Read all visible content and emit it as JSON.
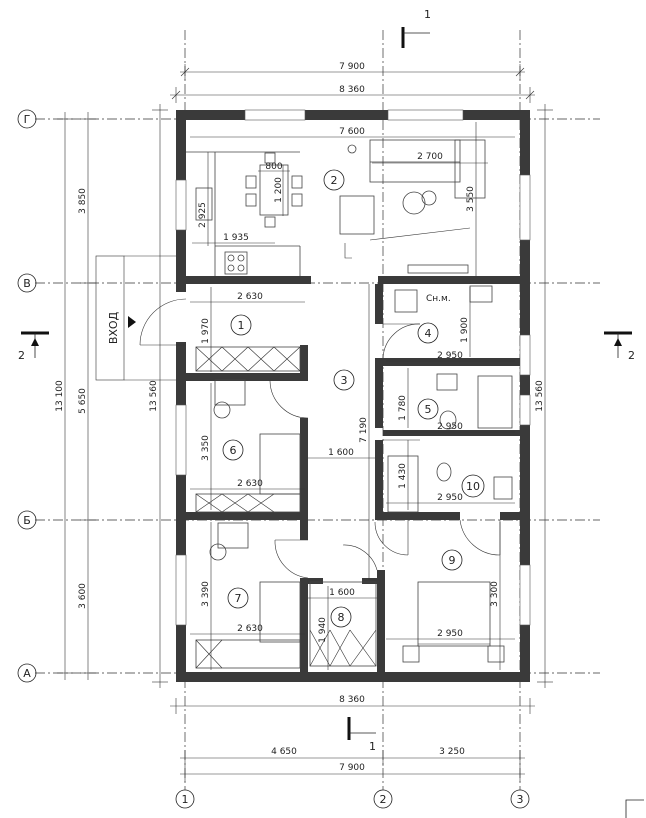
{
  "axes": {
    "vertical": [
      "1",
      "2",
      "3"
    ],
    "horizontal": [
      "Г",
      "В",
      "Б",
      "А"
    ]
  },
  "entrance_label": "ВХОД",
  "section_marks": {
    "top": "1",
    "bottom": "1",
    "left": "2",
    "right": "2"
  },
  "rooms": [
    "1",
    "2",
    "3",
    "4",
    "5",
    "6",
    "7",
    "8",
    "9",
    "10"
  ],
  "labels": {
    "sanuzel": "Сн.м."
  },
  "dimensions": {
    "top_outer": "7 900",
    "top_overall": "8 360",
    "living_width": "7 600",
    "sofa_width": "2 700",
    "table_width": "800",
    "table_depth": "1 200",
    "kitchen_depth": "2 925",
    "kitchen_width": "1 935",
    "living_depth": "3 550",
    "r1_width": "2 630",
    "r1_depth": "1 970",
    "r4_width": "2 950",
    "r4_depth": "1 900",
    "r5_width": "2 950",
    "r5_depth": "1 780",
    "corridor_depth": "7 190",
    "r6_depth": "3 350",
    "corridor_width": "1 600",
    "r10_depth": "1 430",
    "r6_width": "2 630",
    "r10_width": "2 950",
    "r7_depth": "3 390",
    "r8_width": "1 600",
    "r8_depth": "1 940",
    "r9_depth": "3 300",
    "r7_width": "2 630",
    "r9_width": "2 950",
    "left_total": "13 100",
    "left_overall": "13 560",
    "right_overall": "13 560",
    "left_top": "3 850",
    "left_mid": "5 650",
    "left_bottom": "3 600",
    "bottom_overall": "8 360",
    "bottom_left": "4 650",
    "bottom_right": "3 250",
    "bottom_total": "7 900"
  }
}
